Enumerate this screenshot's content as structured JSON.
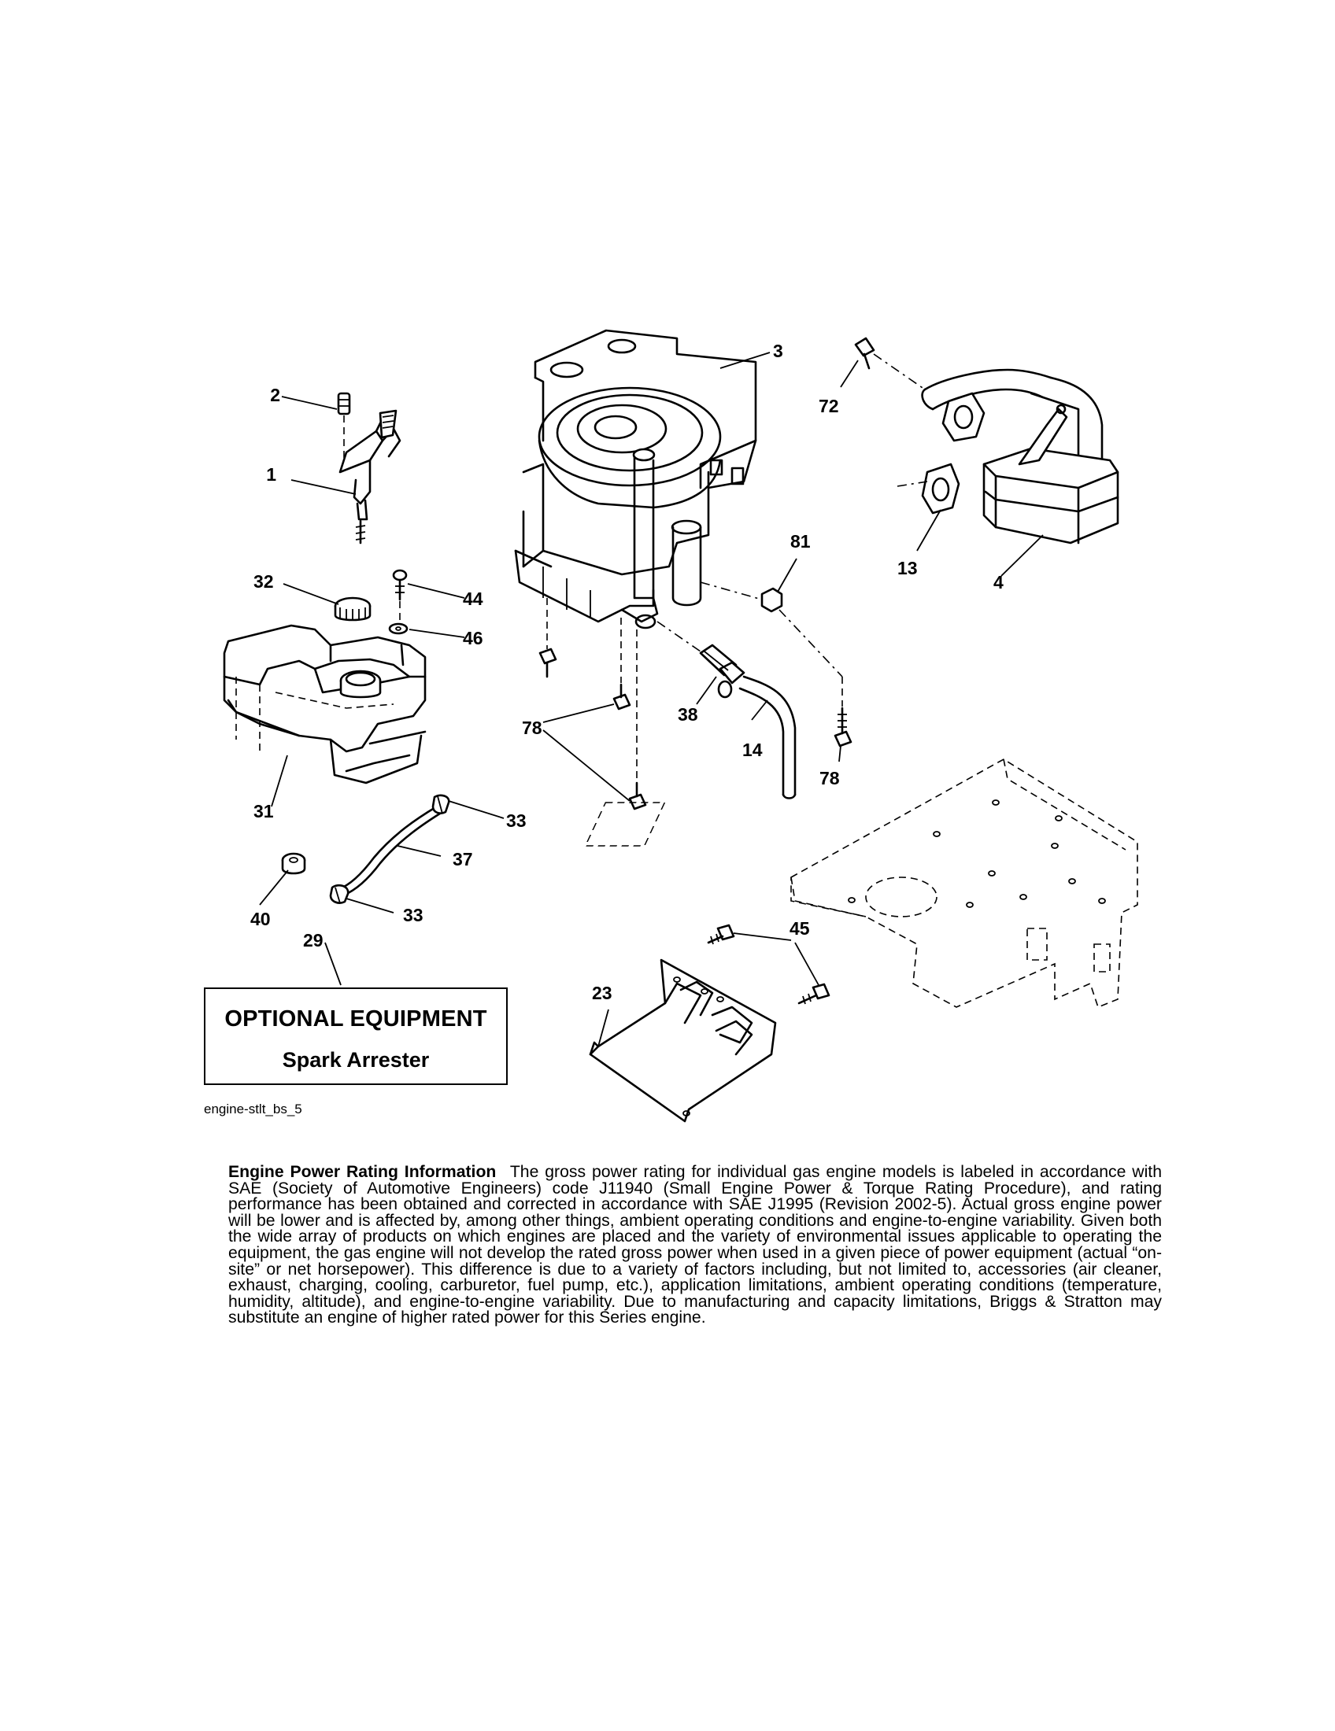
{
  "callouts": {
    "c1": "1",
    "c2": "2",
    "c3": "3",
    "c4": "4",
    "c13": "13",
    "c14": "14",
    "c23": "23",
    "c29": "29",
    "c31": "31",
    "c32": "32",
    "c33a": "33",
    "c33b": "33",
    "c37": "37",
    "c38": "38",
    "c40": "40",
    "c44": "44",
    "c45": "45",
    "c46": "46",
    "c72": "72",
    "c78a": "78",
    "c78b": "78",
    "c81": "81"
  },
  "optional_box": {
    "title": "OPTIONAL EQUIPMENT",
    "item": "Spark Arrester"
  },
  "diagram_code": "engine-stlt_bs_5",
  "rating": {
    "heading": "Engine Power Rating Information",
    "body": "The gross power rating for individual gas engine models is labeled in accordance with SAE (Society of Automotive Engineers) code J11940 (Small Engine Power & Torque Rating Procedure), and rating performance has been obtained and corrected in accordance with SAE J1995 (Revision 2002-5). Actual gross engine power will be lower and is affected by, among other things, ambient operating conditions and engine-to-engine variability. Given both the wide array of products on which engines are placed and the variety of environmental issues applicable to operating the equipment, the gas engine will not develop the rated gross power when used in a given piece of power equipment (actual “on-site” or net horsepower). This difference is due to a variety of factors including, but not limited to, accessories (air cleaner, exhaust, charging, cooling, carburetor, fuel pump, etc.), application limitations, ambient operating conditions (temperature, humidity, altitude), and engine-to-engine variability. Due to manufacturing and capacity limitations, Briggs & Stratton may substitute an engine of higher rated power for this Series engine."
  }
}
